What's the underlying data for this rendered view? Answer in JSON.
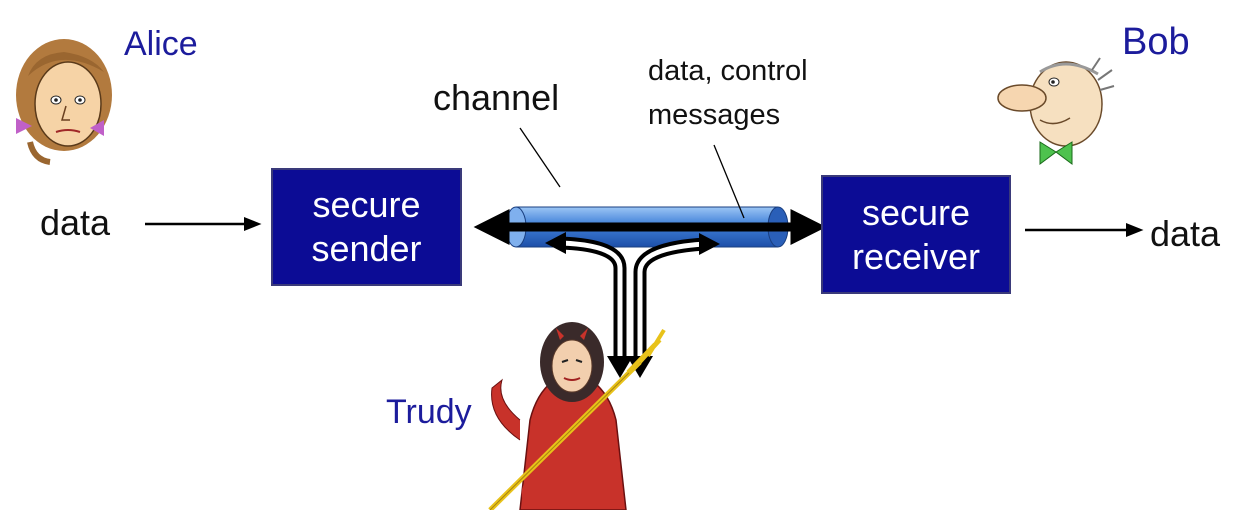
{
  "people": {
    "alice": "Alice",
    "bob": "Bob",
    "trudy": "Trudy"
  },
  "labels": {
    "channel": "channel",
    "messages_line1": "data, control",
    "messages_line2": "messages",
    "data_in": "data",
    "data_out": "data"
  },
  "sender": {
    "line1": "secure",
    "line2": "sender"
  },
  "receiver": {
    "line1": "secure",
    "line2": "receiver"
  },
  "colors": {
    "box_fill": "#0c0c95",
    "name_text": "#1c1c9c",
    "pipe_blue": "#3f7fd8",
    "trident_gold": "#e8c21a",
    "trudy_dress": "#c8322a"
  },
  "icons": [
    "alice-icon",
    "bob-icon",
    "trudy-icon",
    "trident-icon"
  ]
}
